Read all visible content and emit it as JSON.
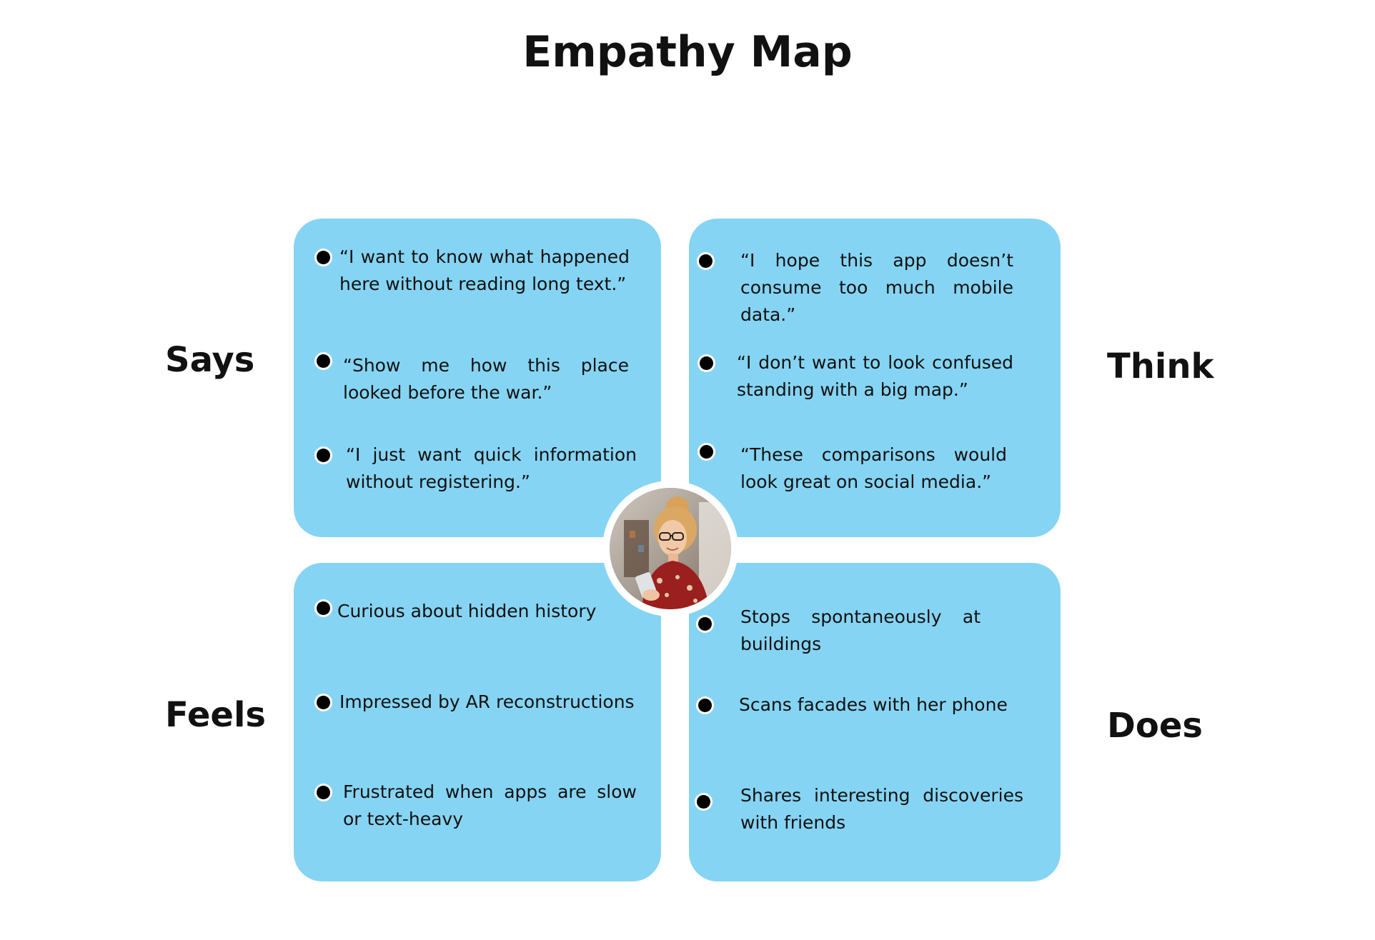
{
  "title": "Empathy Map",
  "quadrants": {
    "says": {
      "label": "Says",
      "items": [
        "“I want to know what happened here without reading long text.”",
        "“Show me how this place looked before the war.”",
        "“I just want quick information without registering.”"
      ]
    },
    "think": {
      "label": "Think",
      "items": [
        "“I hope this app doesn’t consume too much mobile data.”",
        "“I don’t want to look confused standing with a big map.”",
        "“These comparisons would look great on social media.”"
      ]
    },
    "feels": {
      "label": "Feels",
      "items": [
        "Curious about hidden history",
        "Impressed by AR reconstructions",
        "Frustrated when apps are slow or text-heavy"
      ]
    },
    "does": {
      "label": "Does",
      "items": [
        "Stops spontaneously at buildings",
        "Scans facades with her phone",
        "Shares interesting discoveries with friends"
      ]
    }
  },
  "colors": {
    "quadrant_fill": "#86d4f3",
    "text": "#111111",
    "bullet": "#000000"
  },
  "avatar": {
    "icon": "user-avatar-photo"
  }
}
